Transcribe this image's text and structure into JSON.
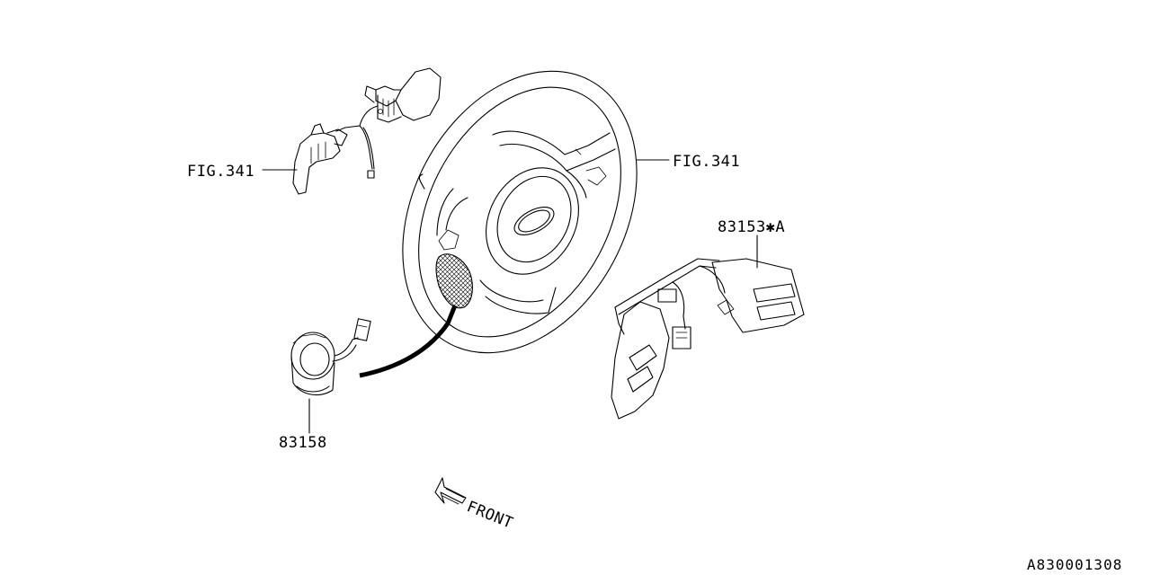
{
  "labels": {
    "fig_left": "FIG.341",
    "fig_right": "FIG.341",
    "part_switch": "83153✱A",
    "part_roll_connector": "83158",
    "front_arrow": "FRONT",
    "diagram_ref": "A830001308"
  },
  "colors": {
    "line": "#000000",
    "background": "#ffffff"
  }
}
